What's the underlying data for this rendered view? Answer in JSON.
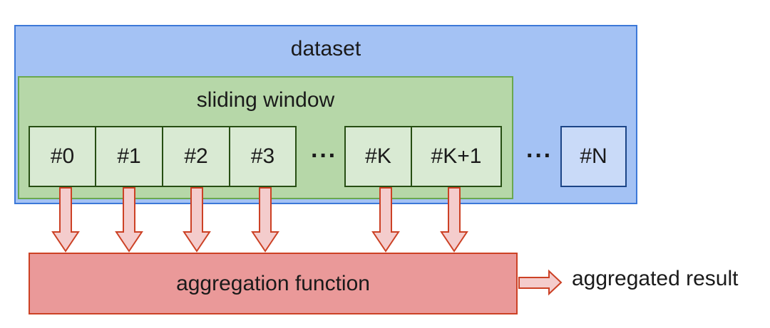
{
  "dataset": {
    "label": "dataset"
  },
  "window": {
    "label": "sliding window"
  },
  "cells": [
    "#0",
    "#1",
    "#2",
    "#3",
    "#K",
    "#K+1"
  ],
  "ellipsis": [
    "···",
    "···"
  ],
  "last_cell": "#N",
  "aggregation": {
    "label": "aggregation function"
  },
  "result": {
    "label": "aggregated result"
  },
  "colors": {
    "dataset_fill": "#a4c2f4",
    "window_fill": "#b6d7a8",
    "cell_fill": "#d9ead3",
    "aggregation_fill": "#ea9999",
    "arrow_fill": "#f4cccc"
  }
}
